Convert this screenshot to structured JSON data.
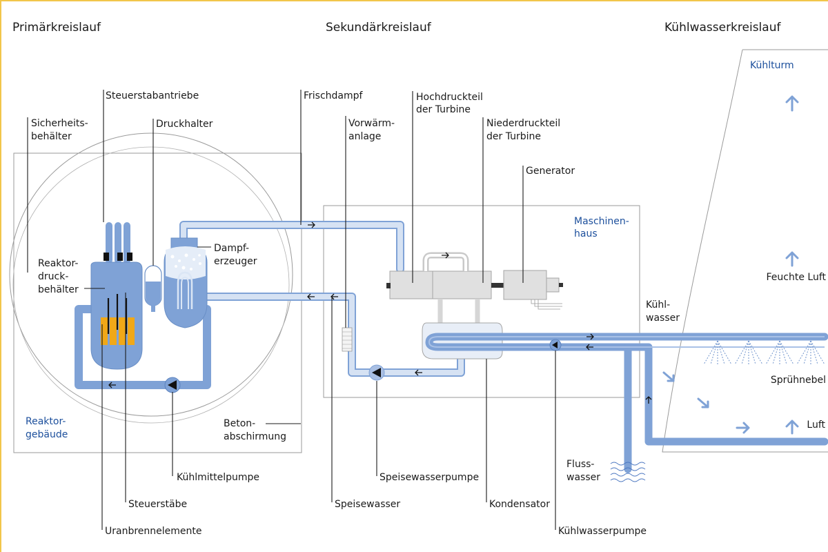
{
  "headers": {
    "primary": "Primärkreislauf",
    "secondary": "Sekundärkreislauf",
    "cooling": "Kühlwasserkreislauf"
  },
  "labels": {
    "steuerstabantriebe": "Steuerstabantriebe",
    "sicherheits_1": "Sicherheits-",
    "sicherheits_2": "behälter",
    "druckhalter": "Druckhalter",
    "frischdampf": "Frischdampf",
    "vorwaerm_1": "Vorwärm-",
    "vorwaerm_2": "anlage",
    "hochdruck_1": "Hochdruckteil",
    "hochdruck_2": "der Turbine",
    "niederdruck_1": "Niederdruckteil",
    "niederdruck_2": "der Turbine",
    "generator": "Generator",
    "maschinen_1": "Maschinen-",
    "maschinen_2": "haus",
    "dampf_1": "Dampf-",
    "dampf_2": "erzeuger",
    "reaktor_1": "Reaktor-",
    "reaktor_2": "druck-",
    "reaktor_3": "behälter",
    "reaktorgeb_1": "Reaktor-",
    "reaktorgeb_2": "gebäude",
    "beton_1": "Beton-",
    "beton_2": "abschirmung",
    "kuehlmittelpumpe": "Kühlmittelpumpe",
    "steuerstaebe": "Steuerstäbe",
    "uran": "Uranbrennelemente",
    "speisewasserpumpe": "Speisewasserpumpe",
    "speisewasser": "Speisewasser",
    "kondensator": "Kondensator",
    "kuehlwasserpumpe": "Kühlwasserpumpe",
    "kuehlwasser_1": "Kühl-",
    "kuehlwasser_2": "wasser",
    "fluss_1": "Fluss-",
    "fluss_2": "wasser",
    "kuehlturm": "Kühlturm",
    "feuchte_luft": "Feuchte Luft",
    "spruehnebel": "Sprühnebel",
    "luft": "Luft"
  },
  "colors": {
    "frame_accent": "#f2c64a",
    "pipe_dark": "#7fa2d6",
    "pipe_light": "#d6e2f3",
    "fuel": "#f0a818",
    "label_blue": "#1c4f9c"
  }
}
